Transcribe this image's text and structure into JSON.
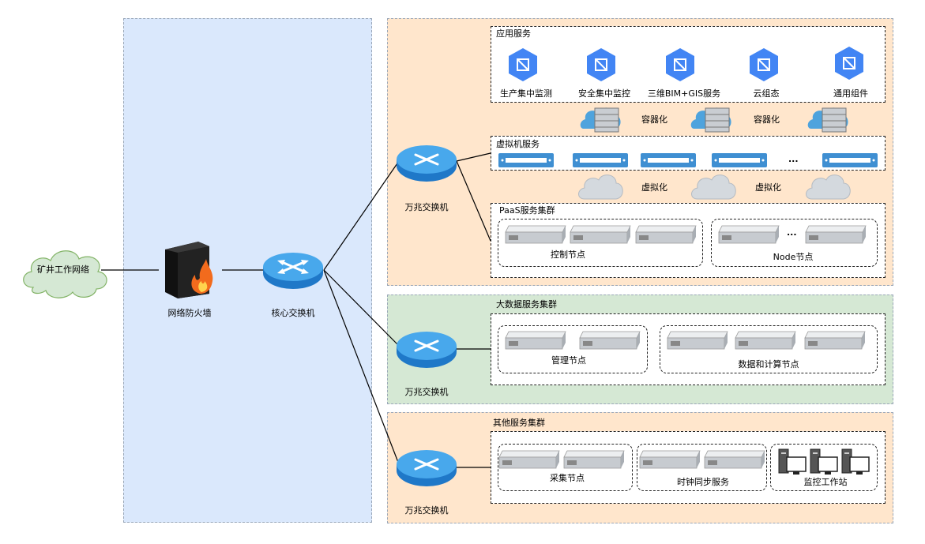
{
  "nodes": {
    "mine_network": "矿井工作网络",
    "firewall": "网络防火墙",
    "core_switch": "核心交换机",
    "switch_app": "万兆交换机",
    "switch_bigdata": "万兆交换机",
    "switch_other": "万兆交换机"
  },
  "app_services": {
    "title": "应用服务",
    "items": [
      "生产集中监测",
      "安全集中监控",
      "三维BIM+GIS服务",
      "云组态",
      "通用组件"
    ]
  },
  "containerize": [
    "容器化",
    "容器化"
  ],
  "vm_services": {
    "title": "虚拟机服务",
    "ellipsis": "..."
  },
  "virtualize": [
    "虚拟化",
    "虚拟化"
  ],
  "paas": {
    "title": "PaaS服务集群",
    "control_nodes": "控制节点",
    "node_nodes": "Node节点",
    "ellipsis": "..."
  },
  "bigdata": {
    "title": "大数据服务集群",
    "manage_nodes": "管理节点",
    "data_compute_nodes": "数据和计算节点"
  },
  "other": {
    "title": "其他服务集群",
    "collect_nodes": "采集节点",
    "clock_sync": "时钟同步服务",
    "monitor_station": "监控工作站"
  },
  "colors": {
    "blue_zone": "#dae8fc",
    "orange_zone": "#ffe6cc",
    "green_zone": "#d5e8d4",
    "switch_blue": "#2f8fd8",
    "hexagon_blue": "#4285f4",
    "server_gray": "#d5d9dd",
    "vm_blue": "#3f8fd2"
  }
}
